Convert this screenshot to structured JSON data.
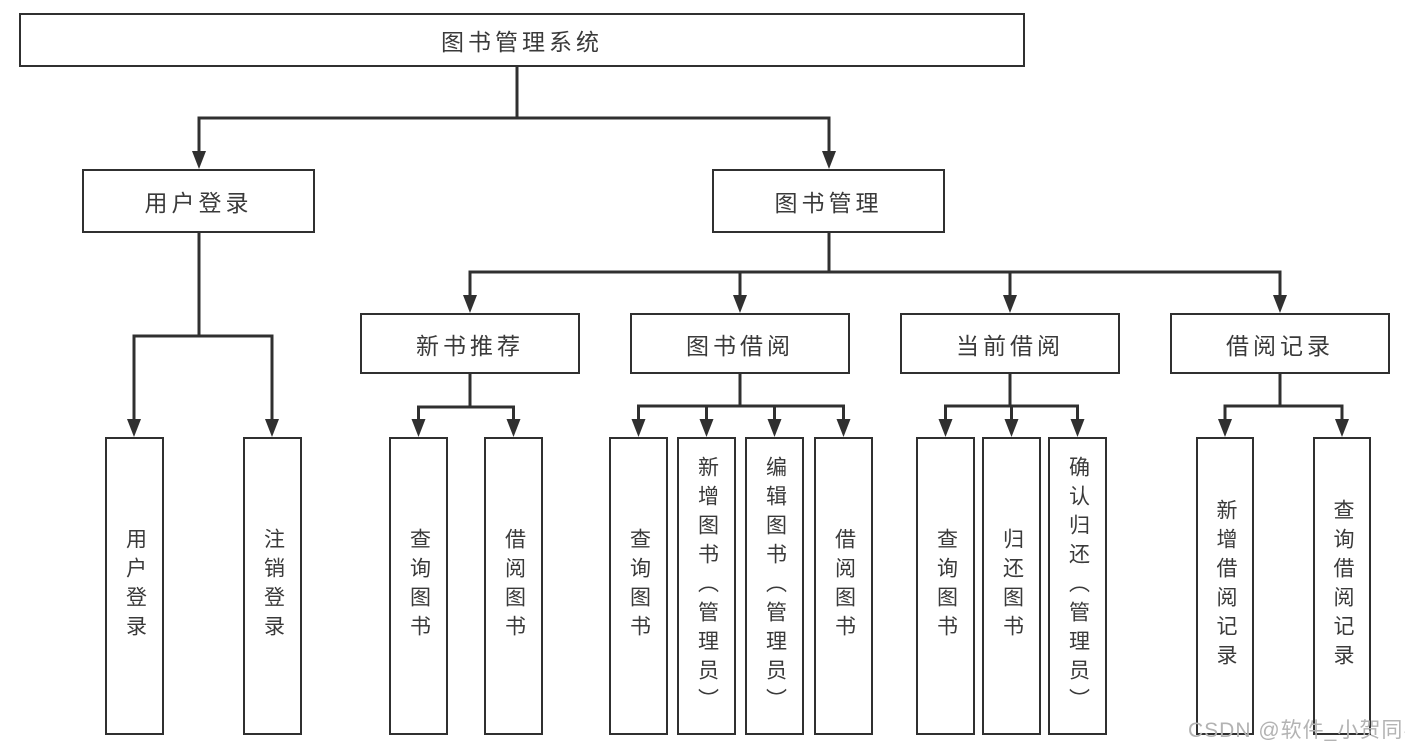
{
  "tree": {
    "label": "图书管理系统",
    "children": [
      {
        "label": "用户登录",
        "children": [
          {
            "label": "用户登录"
          },
          {
            "label": "注销登录"
          }
        ]
      },
      {
        "label": "图书管理",
        "children": [
          {
            "label": "新书推荐",
            "children": [
              {
                "label": "查询图书"
              },
              {
                "label": "借阅图书"
              }
            ]
          },
          {
            "label": "图书借阅",
            "children": [
              {
                "label": "查询图书"
              },
              {
                "label": "新增图书（管理员）"
              },
              {
                "label": "编辑图书（管理员）"
              },
              {
                "label": "借阅图书"
              }
            ]
          },
          {
            "label": "当前借阅",
            "children": [
              {
                "label": "查询图书"
              },
              {
                "label": "归还图书"
              },
              {
                "label": "确认归还（管理员）"
              }
            ]
          },
          {
            "label": "借阅记录",
            "children": [
              {
                "label": "新增借阅记录"
              },
              {
                "label": "查询借阅记录"
              }
            ]
          }
        ]
      }
    ]
  },
  "watermark": {
    "text": "CSDN @软件_小贺同学"
  },
  "colors": {
    "line": "#303030",
    "box_border": "#303030",
    "box_fill": "#ffffff",
    "text": "#3a3a3a",
    "watermark": "#b3b3b3",
    "background": "#ffffff"
  }
}
